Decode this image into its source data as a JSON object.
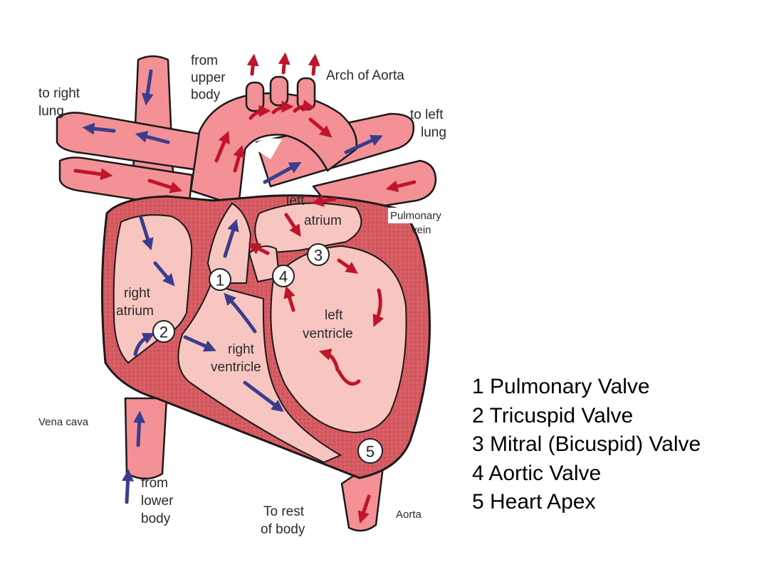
{
  "colors": {
    "vessel_fill": "#f49196",
    "vessel_highlight": "#fbd1cf",
    "muscle": "#d65b62",
    "chamber": "#f8c6c1",
    "outline": "#1a1a1a",
    "deoxygenated_arrow": "#3b3d8c",
    "oxygenated_arrow": "#c0142a"
  },
  "labels": {
    "from_upper_body": [
      "from",
      "upper",
      "body"
    ],
    "arch_of_aorta": "Arch of Aorta",
    "to_right_lung": [
      "to right",
      "lung"
    ],
    "to_left_lung": [
      "to left",
      "lung"
    ],
    "left_atrium": [
      "left",
      "atrium"
    ],
    "pulmonary_vein": [
      "Pulmonary",
      "vein"
    ],
    "right_atrium": [
      "right",
      "atrium"
    ],
    "left_ventricle": [
      "left",
      "ventricle"
    ],
    "right_ventricle": [
      "right",
      "ventricle"
    ],
    "vena_cava": "Vena cava",
    "from_lower_body": [
      "from",
      "lower",
      "body"
    ],
    "to_rest_of_body": [
      "To rest",
      "of body"
    ],
    "aorta": "Aorta"
  },
  "markers": [
    "1",
    "2",
    "3",
    "4",
    "5"
  ],
  "legend": [
    "1 Pulmonary Valve",
    "2 Tricuspid Valve",
    "3 Mitral (Bicuspid) Valve",
    "4 Aortic Valve",
    "5 Heart Apex"
  ]
}
